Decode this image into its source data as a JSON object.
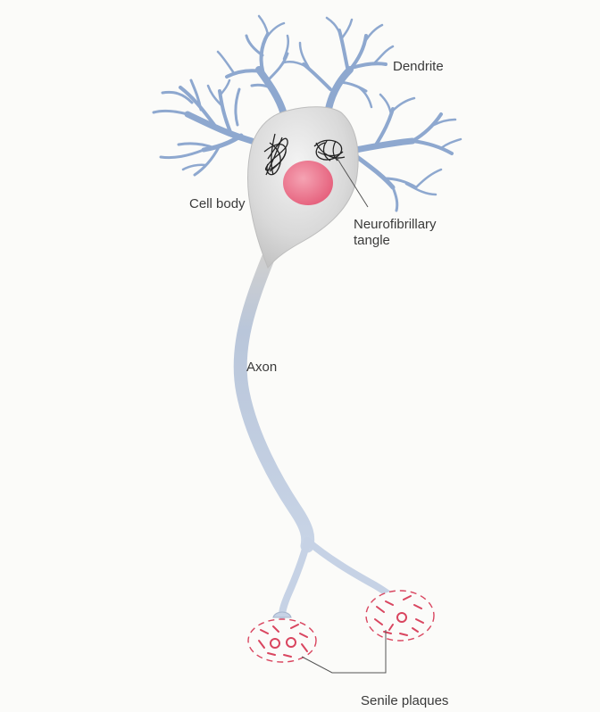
{
  "labels": {
    "dendrite": "Dendrite",
    "cell_body": "Cell body",
    "tangle_line1": "Neurofibrillary",
    "tangle_line2": "tangle",
    "axon": "Axon",
    "plaques": "Senile plaques"
  },
  "colors": {
    "background": "#fbfbf9",
    "cell_gray": "#d6d6d6",
    "dendrite_blue": "#8ea8cf",
    "nucleus_pink": "#e8647f",
    "plaque_red": "#d9455f",
    "tangle_black": "#222222",
    "label_text": "#3a3a3a",
    "leader_line": "#555555"
  }
}
